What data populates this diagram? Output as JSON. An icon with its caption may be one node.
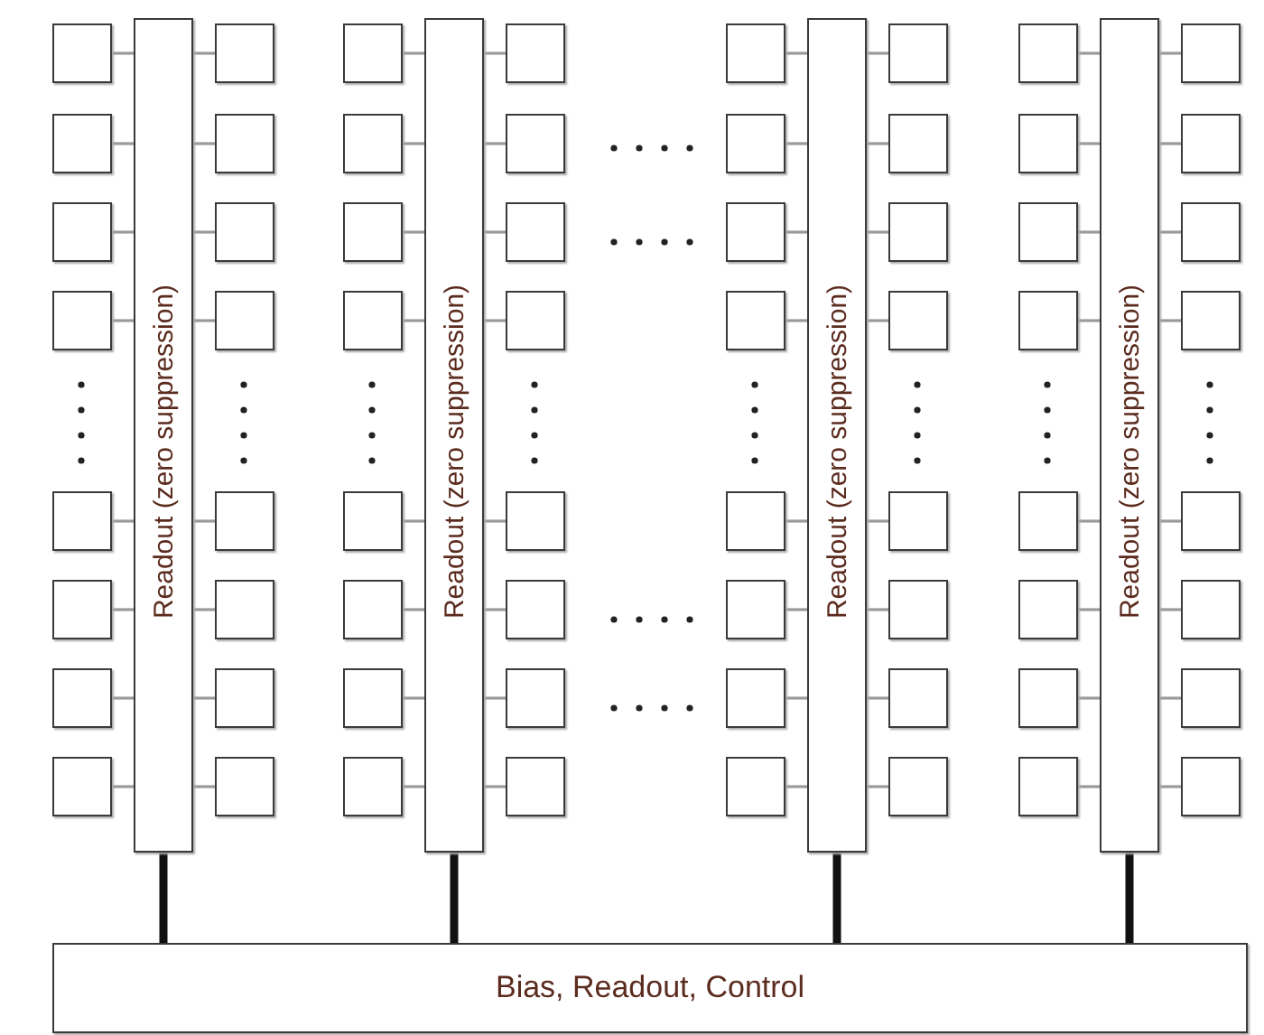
{
  "diagram": {
    "nodes": [
      {
        "text": [],
        "shape": "box"
      },
      {
        "text": [],
        "shape": "box"
      },
      {
        "text": [],
        "shape": "box"
      },
      {
        "text": [],
        "shape": "box"
      },
      {
        "text": [],
        "shape": "box"
      },
      {
        "text": [],
        "shape": "box"
      },
      {
        "text": [],
        "shape": "box"
      },
      {
        "text": [],
        "shape": "box"
      },
      {
        "text": [
          "Readout (zero suppression)"
        ]
      },
      {
        "text": [],
        "shape": "box"
      },
      {
        "text": [],
        "shape": "box"
      },
      {
        "text": [],
        "shape": "box"
      },
      {
        "text": [],
        "shape": "box"
      },
      {
        "text": [],
        "shape": "box"
      },
      {
        "text": [],
        "shape": "box"
      },
      {
        "text": [],
        "shape": "box"
      },
      {
        "text": [],
        "shape": "box"
      },
      {
        "text": [],
        "shape": "box"
      },
      {
        "text": [],
        "shape": "box"
      },
      {
        "text": [],
        "shape": "box"
      },
      {
        "text": [],
        "shape": "box"
      },
      {
        "text": [],
        "shape": "box"
      },
      {
        "text": [],
        "shape": "box"
      },
      {
        "text": [],
        "shape": "box"
      },
      {
        "text": [],
        "shape": "box"
      },
      {
        "text": [
          "Readout (zero suppression)"
        ]
      },
      {
        "text": [],
        "shape": "box"
      },
      {
        "text": [],
        "shape": "box"
      },
      {
        "text": [],
        "shape": "box"
      },
      {
        "text": [],
        "shape": "box"
      },
      {
        "text": [],
        "shape": "box"
      },
      {
        "text": [],
        "shape": "box"
      },
      {
        "text": [],
        "shape": "box"
      },
      {
        "text": [],
        "shape": "box"
      },
      {
        "text": [],
        "shape": "box"
      },
      {
        "text": [],
        "shape": "box"
      },
      {
        "text": [],
        "shape": "box"
      },
      {
        "text": [],
        "shape": "box"
      },
      {
        "text": [],
        "shape": "box"
      },
      {
        "text": [],
        "shape": "box"
      },
      {
        "text": [],
        "shape": "box"
      },
      {
        "text": [],
        "shape": "box"
      },
      {
        "text": [
          "Readout (zero suppression)"
        ]
      },
      {
        "text": [],
        "shape": "box"
      },
      {
        "text": [],
        "shape": "box"
      },
      {
        "text": [],
        "shape": "box"
      },
      {
        "text": [],
        "shape": "box"
      },
      {
        "text": [],
        "shape": "box"
      },
      {
        "text": [],
        "shape": "box"
      },
      {
        "text": [],
        "shape": "box"
      },
      {
        "text": [],
        "shape": "box"
      },
      {
        "text": [],
        "shape": "box"
      },
      {
        "text": [],
        "shape": "box"
      },
      {
        "text": [],
        "shape": "box"
      },
      {
        "text": [],
        "shape": "box"
      },
      {
        "text": [],
        "shape": "box"
      },
      {
        "text": [],
        "shape": "box"
      },
      {
        "text": [],
        "shape": "box"
      },
      {
        "text": [],
        "shape": "box"
      },
      {
        "text": [
          "Readout (zero suppression)"
        ]
      },
      {
        "text": [],
        "shape": "box"
      },
      {
        "text": [],
        "shape": "box"
      },
      {
        "text": [],
        "shape": "box"
      },
      {
        "text": [],
        "shape": "box"
      },
      {
        "text": [],
        "shape": "box"
      },
      {
        "text": [],
        "shape": "box"
      },
      {
        "text": [],
        "shape": "box"
      },
      {
        "text": [],
        "shape": "box"
      },
      {
        "text": [
          "Bias, Readout, Control"
        ]
      }
    ],
    "edges": [
      {
        "from": 0,
        "to": 8,
        "arrow": "none"
      },
      {
        "from": 1,
        "to": 8,
        "arrow": "none"
      },
      {
        "from": 2,
        "to": 8,
        "arrow": "none"
      },
      {
        "from": 3,
        "to": 8,
        "arrow": "none"
      },
      {
        "from": 4,
        "to": 8,
        "arrow": "none"
      },
      {
        "from": 5,
        "to": 8,
        "arrow": "none"
      },
      {
        "from": 6,
        "to": 8,
        "arrow": "none"
      },
      {
        "from": 7,
        "to": 8,
        "arrow": "none"
      },
      {
        "from": 9,
        "to": 8,
        "arrow": "none"
      },
      {
        "from": 10,
        "to": 8,
        "arrow": "none"
      },
      {
        "from": 11,
        "to": 8,
        "arrow": "none"
      },
      {
        "from": 12,
        "to": 8,
        "arrow": "none"
      },
      {
        "from": 13,
        "to": 8,
        "arrow": "none"
      },
      {
        "from": 14,
        "to": 8,
        "arrow": "none"
      },
      {
        "from": 15,
        "to": 8,
        "arrow": "none"
      },
      {
        "from": 16,
        "to": 8,
        "arrow": "none"
      },
      {
        "from": 17,
        "to": 25,
        "arrow": "none"
      },
      {
        "from": 18,
        "to": 25,
        "arrow": "none"
      },
      {
        "from": 19,
        "to": 25,
        "arrow": "none"
      },
      {
        "from": 20,
        "to": 25,
        "arrow": "none"
      },
      {
        "from": 21,
        "to": 25,
        "arrow": "none"
      },
      {
        "from": 22,
        "to": 25,
        "arrow": "none"
      },
      {
        "from": 23,
        "to": 25,
        "arrow": "none"
      },
      {
        "from": 24,
        "to": 25,
        "arrow": "none"
      },
      {
        "from": 26,
        "to": 25,
        "arrow": "none"
      },
      {
        "from": 27,
        "to": 25,
        "arrow": "none"
      },
      {
        "from": 28,
        "to": 25,
        "arrow": "none"
      },
      {
        "from": 29,
        "to": 25,
        "arrow": "none"
      },
      {
        "from": 30,
        "to": 25,
        "arrow": "none"
      },
      {
        "from": 31,
        "to": 25,
        "arrow": "none"
      },
      {
        "from": 32,
        "to": 25,
        "arrow": "none"
      },
      {
        "from": 33,
        "to": 25,
        "arrow": "none"
      },
      {
        "from": 34,
        "to": 42,
        "arrow": "none"
      },
      {
        "from": 35,
        "to": 42,
        "arrow": "none"
      },
      {
        "from": 36,
        "to": 42,
        "arrow": "none"
      },
      {
        "from": 37,
        "to": 42,
        "arrow": "none"
      },
      {
        "from": 38,
        "to": 42,
        "arrow": "none"
      },
      {
        "from": 39,
        "to": 42,
        "arrow": "none"
      },
      {
        "from": 40,
        "to": 42,
        "arrow": "none"
      },
      {
        "from": 41,
        "to": 42,
        "arrow": "none"
      },
      {
        "from": 43,
        "to": 42,
        "arrow": "none"
      },
      {
        "from": 44,
        "to": 42,
        "arrow": "none"
      },
      {
        "from": 45,
        "to": 42,
        "arrow": "none"
      },
      {
        "from": 46,
        "to": 42,
        "arrow": "none"
      },
      {
        "from": 47,
        "to": 42,
        "arrow": "none"
      },
      {
        "from": 48,
        "to": 42,
        "arrow": "none"
      },
      {
        "from": 49,
        "to": 42,
        "arrow": "none"
      },
      {
        "from": 50,
        "to": 42,
        "arrow": "none"
      },
      {
        "from": 51,
        "to": 59,
        "arrow": "none"
      },
      {
        "from": 52,
        "to": 59,
        "arrow": "none"
      },
      {
        "from": 53,
        "to": 59,
        "arrow": "none"
      },
      {
        "from": 54,
        "to": 59,
        "arrow": "none"
      },
      {
        "from": 55,
        "to": 59,
        "arrow": "none"
      },
      {
        "from": 56,
        "to": 59,
        "arrow": "none"
      },
      {
        "from": 57,
        "to": 59,
        "arrow": "none"
      },
      {
        "from": 58,
        "to": 59,
        "arrow": "none"
      },
      {
        "from": 60,
        "to": 59,
        "arrow": "none"
      },
      {
        "from": 61,
        "to": 59,
        "arrow": "none"
      },
      {
        "from": 62,
        "to": 59,
        "arrow": "none"
      },
      {
        "from": 63,
        "to": 59,
        "arrow": "none"
      },
      {
        "from": 64,
        "to": 59,
        "arrow": "none"
      },
      {
        "from": 65,
        "to": 59,
        "arrow": "none"
      },
      {
        "from": 66,
        "to": 59,
        "arrow": "none"
      },
      {
        "from": 67,
        "to": 59,
        "arrow": "none"
      },
      {
        "from": 8,
        "to": 68,
        "arrow": "none",
        "style": "thick",
        "color": "#111111"
      },
      {
        "from": 25,
        "to": 68,
        "arrow": "none",
        "style": "thick",
        "color": "#111111"
      },
      {
        "from": 42,
        "to": 68,
        "arrow": "none",
        "style": "thick",
        "color": "#111111"
      },
      {
        "from": 59,
        "to": 68,
        "arrow": "none",
        "style": "thick",
        "color": "#111111"
      }
    ]
  }
}
